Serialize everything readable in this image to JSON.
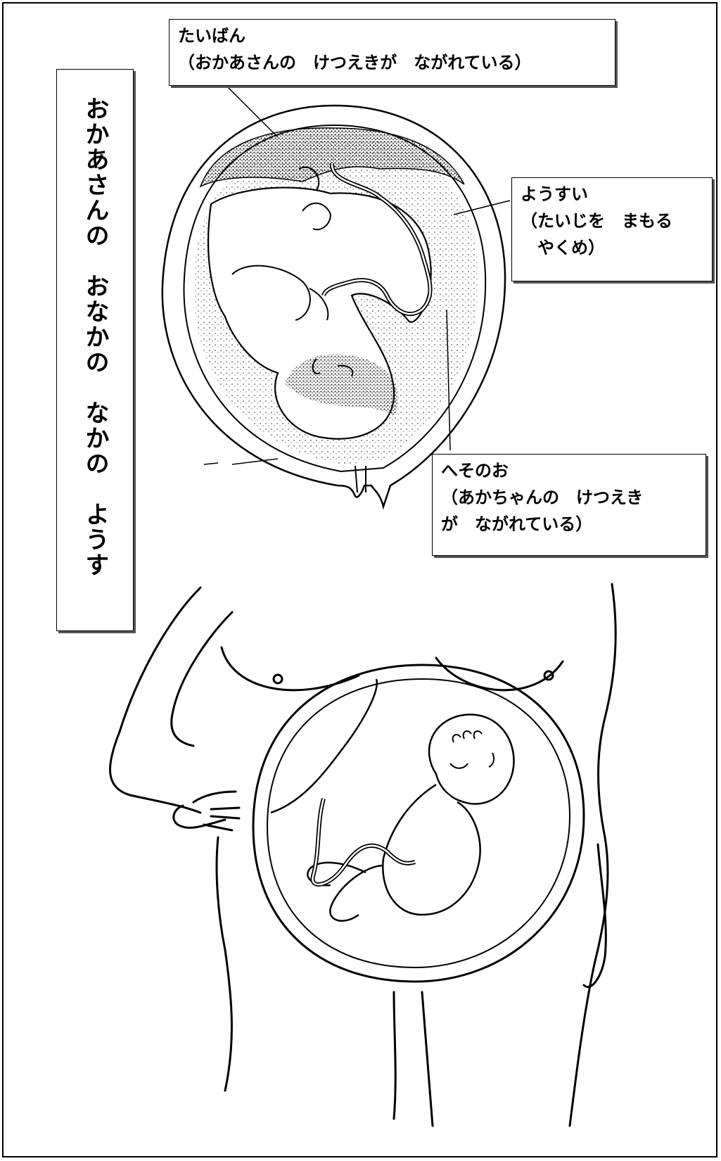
{
  "title": "おかあさんの　おなかの　なかの　ようす",
  "labels": {
    "placenta": {
      "line1": "たいばん",
      "line2": "（おかあさんの　けつえきが　ながれている）"
    },
    "amniotic": {
      "line1": "ようすい",
      "line2": "（たいじを　まもる",
      "line3": "　やくめ）"
    },
    "umbilical": {
      "line1": "へそのお",
      "line2": "（あかちゃんの　けつえき",
      "line3": "が　ながれている）"
    }
  }
}
